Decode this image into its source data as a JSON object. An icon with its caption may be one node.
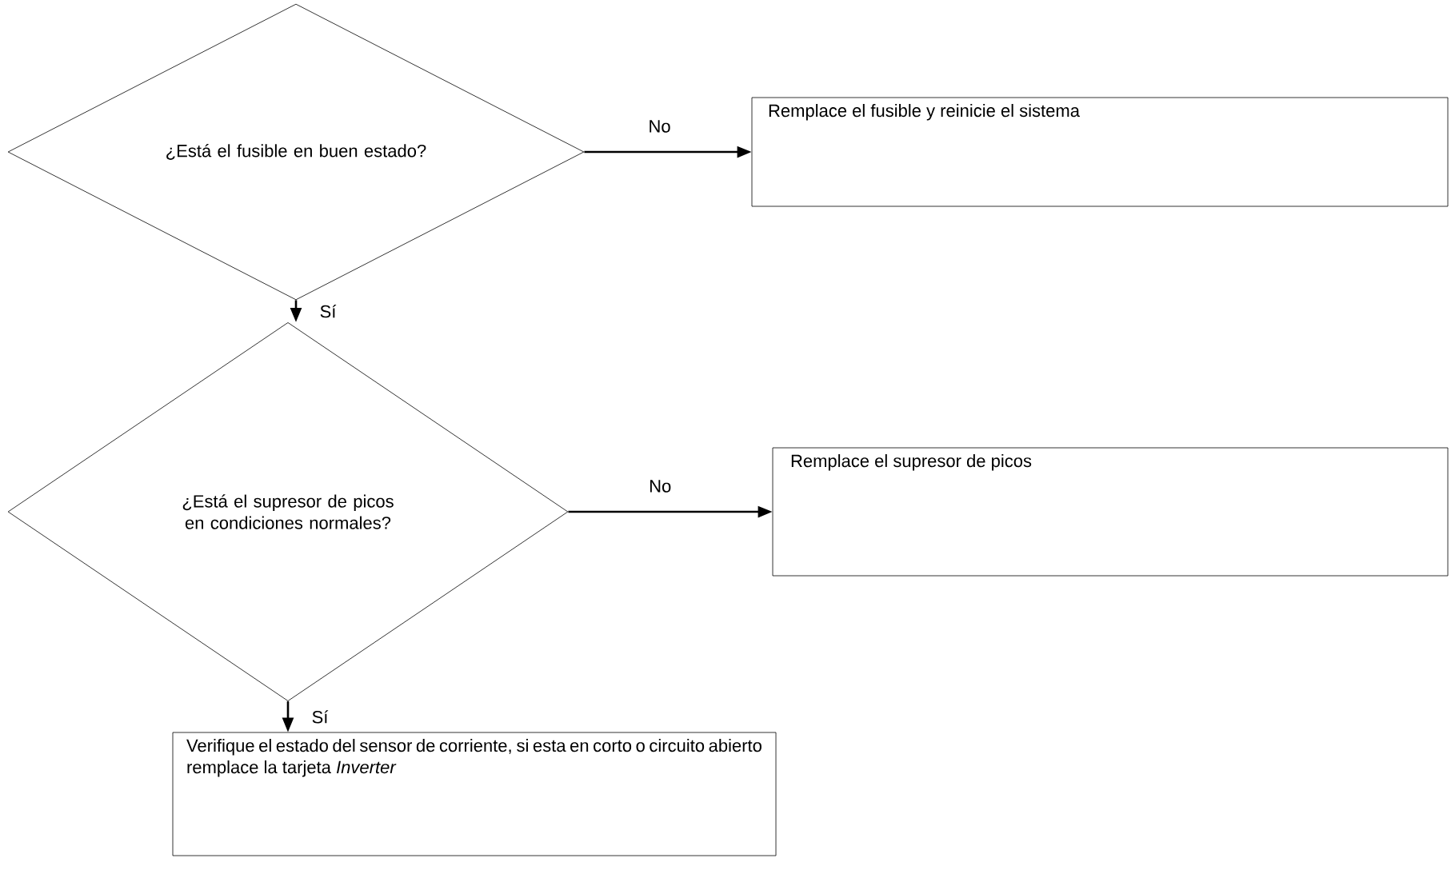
{
  "diagram": {
    "nodes": [
      {
        "text": [
          "¿Está el fusible en buen estado?"
        ]
      },
      {
        "text": [
          "Remplace el fusible y reinicie el sistema"
        ]
      },
      {
        "text": [
          "¿Está el supresor de picos en condiciones normales?"
        ]
      },
      {
        "text": [
          "Remplace el supresor de picos"
        ]
      },
      {
        "text": [
          "Verifique el estado del sensor de corriente, si esta en corto o circuito abierto remplace la tarjeta *Inverter*"
        ]
      }
    ],
    "edges": [
      {
        "from": 0,
        "to": 1,
        "arrow": "to",
        "label": "No"
      },
      {
        "from": 0,
        "to": 2,
        "arrow": "to",
        "label": "Sí"
      },
      {
        "from": 2,
        "to": 3,
        "arrow": "to",
        "label": "No"
      },
      {
        "from": 2,
        "to": 4,
        "arrow": "to",
        "label": "Sí"
      }
    ]
  }
}
